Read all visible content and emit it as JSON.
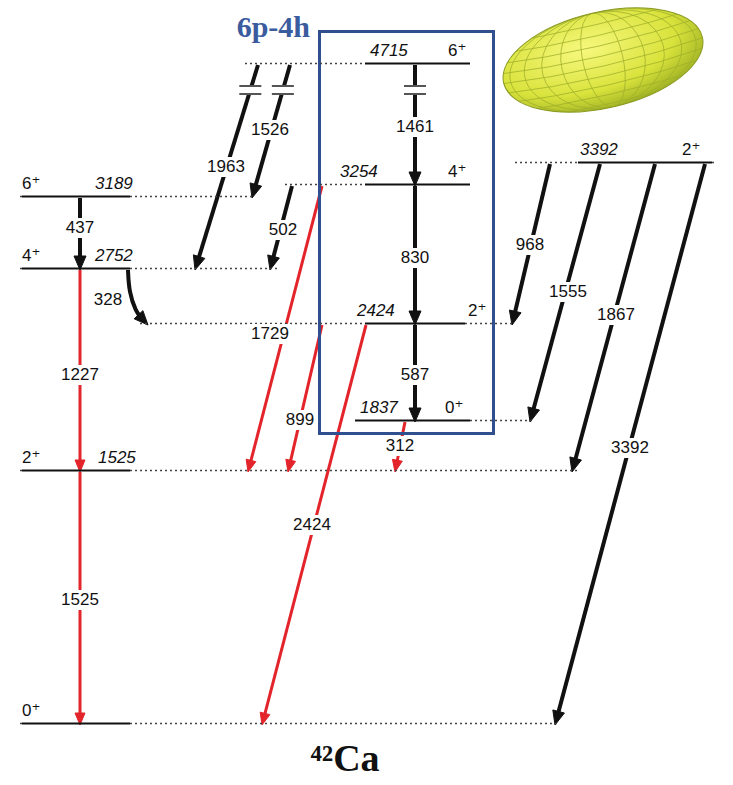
{
  "diagram": {
    "title": "⁴²Ca",
    "nodes": [
      {
        "text": [
          "6p-4h"
        ]
      },
      {
        "text": [
          "6⁺",
          "4715"
        ],
        "in": 0
      },
      {
        "text": [
          "4⁺",
          "3254"
        ],
        "in": 0
      },
      {
        "text": [
          "2⁺",
          "2424"
        ],
        "in": 0
      },
      {
        "text": [
          "0⁺",
          "1837"
        ],
        "in": 0
      },
      {
        "text": [
          "6⁺",
          "3189"
        ]
      },
      {
        "text": [
          "4⁺",
          "2752"
        ]
      },
      {
        "text": [
          "2⁺",
          "3392"
        ]
      },
      {
        "text": [
          "2⁺",
          "1525"
        ]
      },
      {
        "text": [
          "0⁺"
        ]
      }
    ],
    "edges": [
      {
        "from": 1,
        "to": 6,
        "arrow": "to",
        "label": "1963"
      },
      {
        "from": 1,
        "to": 5,
        "arrow": "to",
        "label": "1526"
      },
      {
        "from": 1,
        "to": 2,
        "arrow": "to",
        "label": "1461"
      },
      {
        "from": 5,
        "to": 6,
        "arrow": "to",
        "label": "437"
      },
      {
        "from": 2,
        "to": 6,
        "arrow": "to",
        "label": "502"
      },
      {
        "from": 6,
        "to": 3,
        "arrow": "to",
        "label": "328"
      },
      {
        "from": 2,
        "to": 3,
        "arrow": "to",
        "label": "830"
      },
      {
        "from": 2,
        "to": 8,
        "arrow": "to",
        "label": "1729"
      },
      {
        "from": 7,
        "to": 3,
        "arrow": "to",
        "label": "968"
      },
      {
        "from": 7,
        "to": 4,
        "arrow": "to",
        "label": "1555"
      },
      {
        "from": 7,
        "to": 8,
        "arrow": "to",
        "label": "1867"
      },
      {
        "from": 7,
        "to": 9,
        "arrow": "to",
        "label": "3392"
      },
      {
        "from": 3,
        "to": 4,
        "arrow": "to",
        "label": "587"
      },
      {
        "from": 3,
        "to": 8,
        "arrow": "to",
        "label": "899"
      },
      {
        "from": 3,
        "to": 9,
        "arrow": "to",
        "label": "2424"
      },
      {
        "from": 4,
        "to": 8,
        "arrow": "to",
        "label": "312"
      },
      {
        "from": 6,
        "to": 8,
        "arrow": "to",
        "label": "1227"
      },
      {
        "from": 8,
        "to": 9,
        "arrow": "to",
        "label": "1525"
      }
    ]
  }
}
